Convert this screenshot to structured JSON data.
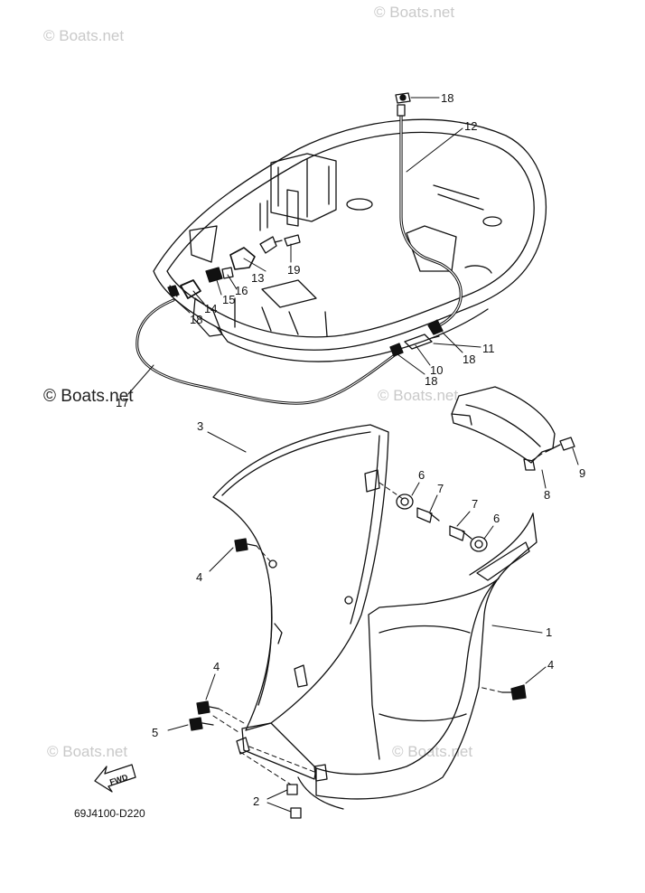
{
  "watermarks": {
    "top_left": "© Boats.net",
    "top_right": "© Boats.net",
    "middle_left": "© Boats.net",
    "middle_right": "© Boats.net",
    "bottom_left": "© Boats.net",
    "bottom_right": "© Boats.net"
  },
  "diagram_code": "69J4100-D220",
  "fwd_label": "FWD",
  "callouts": {
    "c1": "1",
    "c2": "2",
    "c3": "3",
    "c4a": "4",
    "c4b": "4",
    "c4c": "4",
    "c5": "5",
    "c6a": "6",
    "c6b": "6",
    "c7a": "7",
    "c7b": "7",
    "c8": "8",
    "c9": "9",
    "c10": "10",
    "c11": "11",
    "c12": "12",
    "c13": "13",
    "c14": "14",
    "c15": "15",
    "c16": "16",
    "c17": "17",
    "c18a": "18",
    "c18b": "18",
    "c18c": "18",
    "c18d": "18",
    "c19": "19"
  }
}
